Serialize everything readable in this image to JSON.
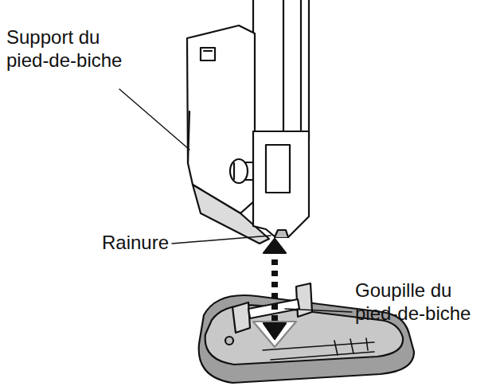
{
  "diagram": {
    "labels": [
      "Support du pied-de-biche",
      "Rainure",
      "Goupille du pied-de-biche"
    ]
  }
}
